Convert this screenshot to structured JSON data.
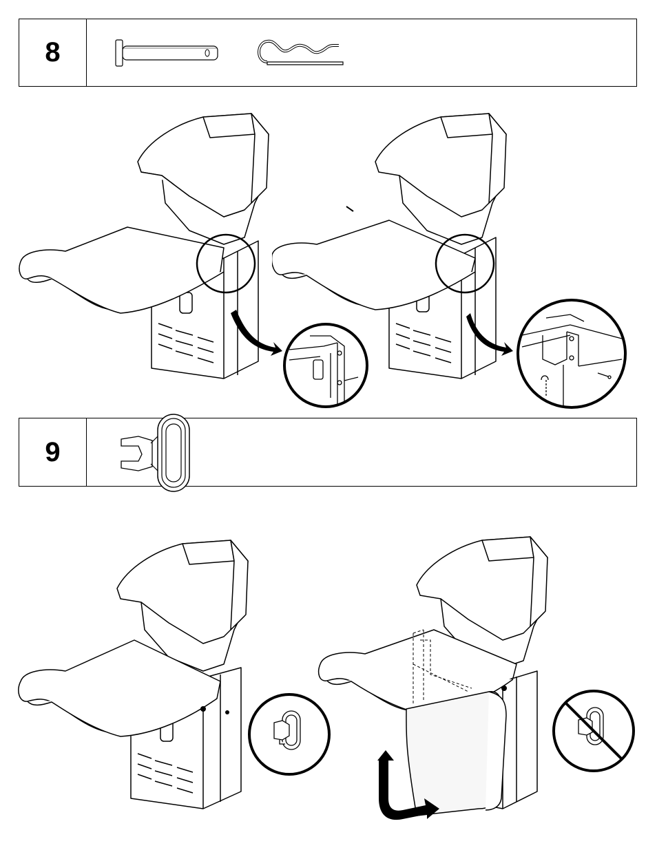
{
  "steps": [
    {
      "number": "8",
      "parts": [
        "clevis-pin",
        "hitch-pin-clip"
      ],
      "illustrations": [
        "assembly-view-before",
        "assembly-view-after",
        "detail-circle-before",
        "detail-circle-after"
      ]
    },
    {
      "number": "9",
      "parts": [
        "plastic-push-rivet"
      ],
      "illustrations": [
        "assembly-view-tray-up",
        "assembly-view-tray-folded",
        "detail-circle-rivet-ok",
        "detail-circle-rivet-prohibited"
      ]
    }
  ],
  "colors": {
    "ink": "#000000",
    "paper": "#ffffff",
    "tray-shade": "#f2f2f2"
  }
}
